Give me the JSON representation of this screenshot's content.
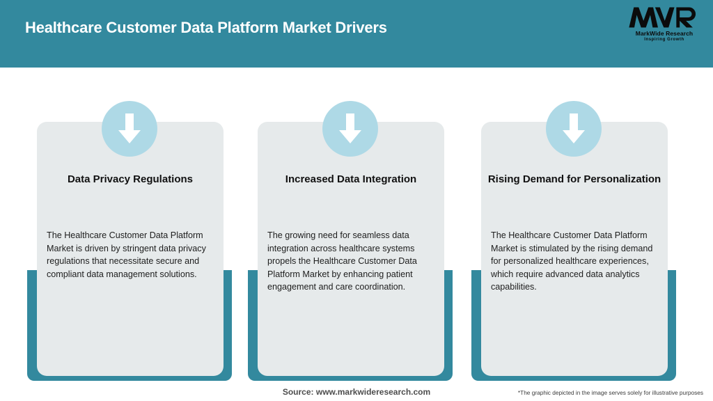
{
  "header": {
    "title": "Healthcare Customer Data Platform Market Drivers",
    "background_color": "#33899e",
    "title_color": "#ffffff",
    "logo": {
      "mark": "MWR",
      "name": "MarkWide Research",
      "tagline": "Inspiring Growth"
    }
  },
  "cards": [
    {
      "icon": "down-arrow-icon",
      "title": "Data Privacy Regulations",
      "body": "The Healthcare Customer Data Platform Market is driven by stringent data privacy regulations that necessitate secure and compliant data management solutions."
    },
    {
      "icon": "down-arrow-icon",
      "title": "Increased Data Integration",
      "body": "The growing need for seamless data integration across healthcare systems propels the Healthcare Customer Data Platform Market by enhancing patient engagement and care coordination."
    },
    {
      "icon": "down-arrow-icon",
      "title": "Rising Demand for Personalization",
      "body": "The Healthcare Customer Data Platform Market is stimulated by the rising demand for personalized healthcare experiences, which require advanced data analytics capabilities."
    }
  ],
  "footer": {
    "source": "Source: www.markwideresearch.com",
    "disclaimer": "*The graphic depicted in the image serves solely for illustrative purposes"
  },
  "colors": {
    "teal": "#33899e",
    "panel_grey": "#e6eaeb",
    "icon_circle": "#aed9e6",
    "arrow_white": "#ffffff"
  }
}
